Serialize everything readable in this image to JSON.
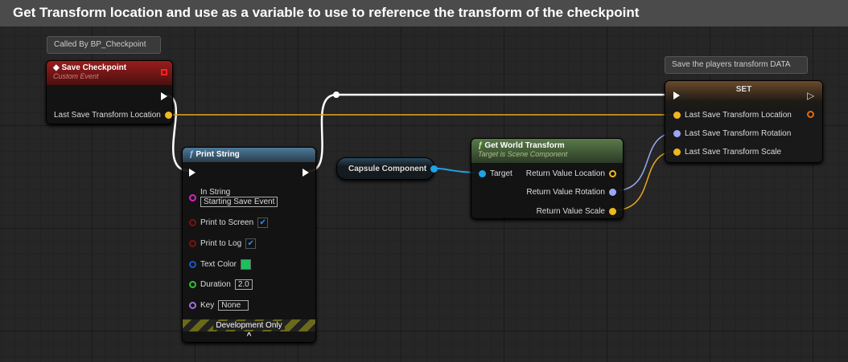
{
  "title": "Get Transform location and use as a variable to use to reference the transform of the checkpoint",
  "comments": {
    "called_by": "Called By BP_Checkpoint",
    "save_data": "Save the players transform DATA"
  },
  "save_checkpoint": {
    "title": "Save Checkpoint",
    "subtitle": "Custom Event",
    "out_var": "Last Save Transform Location"
  },
  "print_string": {
    "title": "Print String",
    "in_string_label": "In String",
    "in_string_value": "Starting Save Event",
    "print_screen": "Print to Screen",
    "print_log": "Print to Log",
    "text_color": "Text Color",
    "text_color_value": "#19c25a",
    "duration": "Duration",
    "duration_value": "2.0",
    "key": "Key",
    "key_value": "None",
    "dev_only": "Development Only",
    "expand": "^"
  },
  "capsule": {
    "label": "Capsule Component"
  },
  "get_world_transform": {
    "title": "Get World Transform",
    "subtitle": "Target is Scene Component",
    "target": "Target",
    "loc": "Return Value Location",
    "rot": "Return Value Rotation",
    "scale": "Return Value Scale"
  },
  "set": {
    "title": "SET",
    "loc": "Last Save Transform Location",
    "rot": "Last Save Transform Rotation",
    "scale": "Last Save Transform Scale"
  }
}
